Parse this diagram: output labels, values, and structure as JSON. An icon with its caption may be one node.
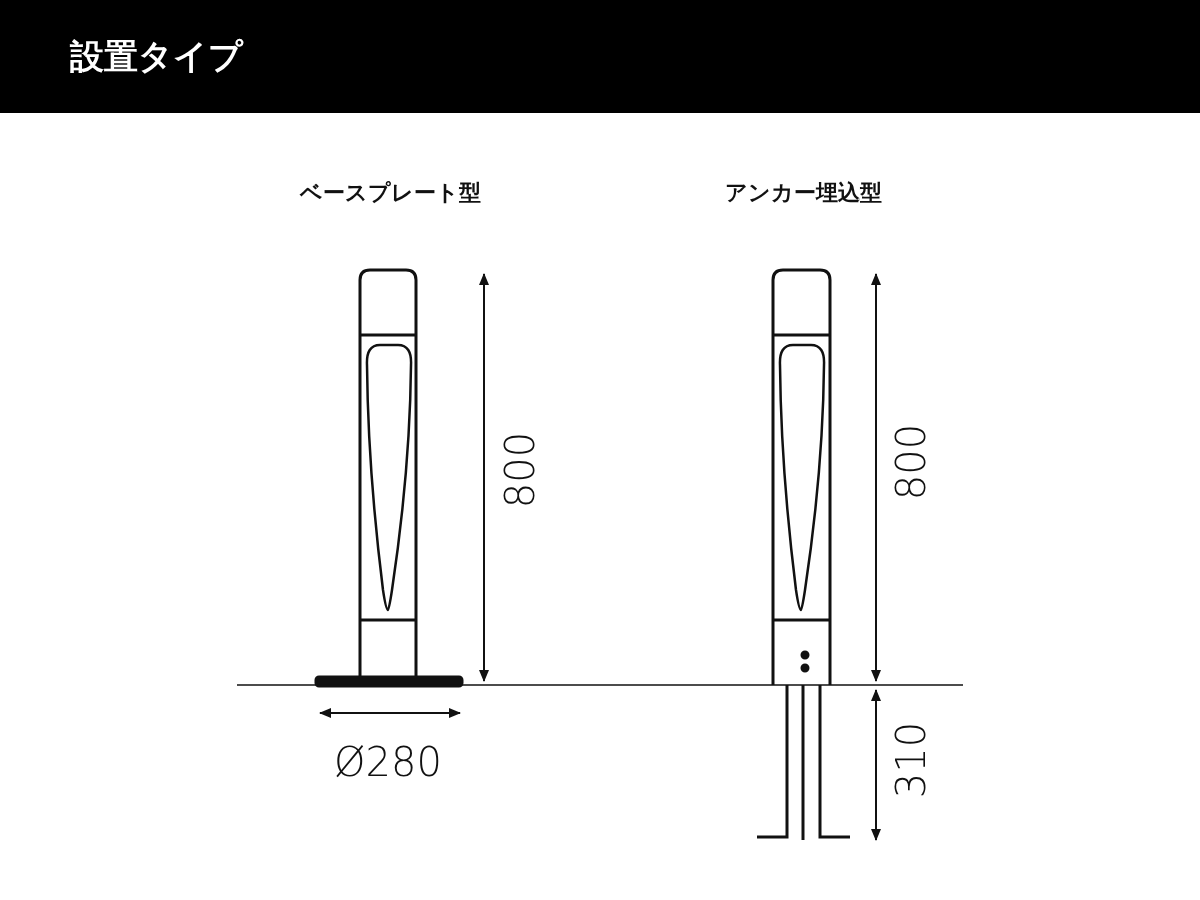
{
  "diagram": {
    "title": "設置タイプ",
    "labels": [
      "ベースプレート型",
      "アンカー埋込型",
      "800",
      "800",
      "Ø280",
      "310"
    ]
  }
}
